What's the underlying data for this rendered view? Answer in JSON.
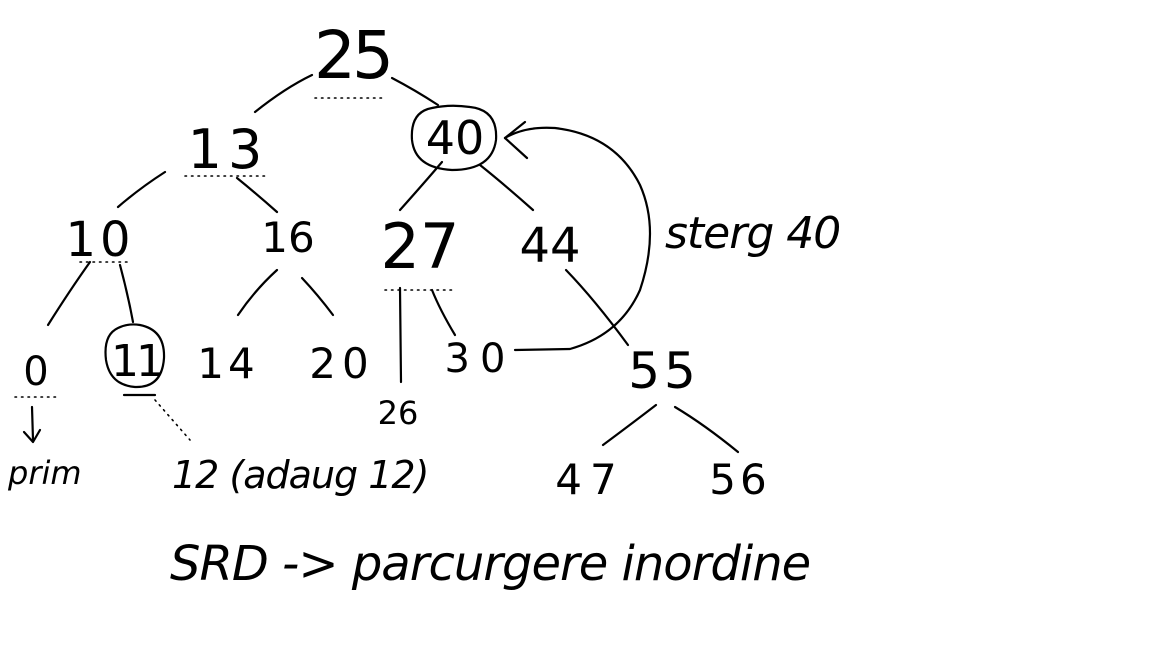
{
  "tree": {
    "nodes": [
      {
        "id": "n25",
        "label": "25"
      },
      {
        "id": "n13",
        "label": "13"
      },
      {
        "id": "n40",
        "label": "40"
      },
      {
        "id": "n10",
        "label": "10"
      },
      {
        "id": "n16",
        "label": "16"
      },
      {
        "id": "n27",
        "label": "27"
      },
      {
        "id": "n44",
        "label": "44"
      },
      {
        "id": "n0",
        "label": "0"
      },
      {
        "id": "n11",
        "label": "11"
      },
      {
        "id": "n14",
        "label": "14"
      },
      {
        "id": "n20",
        "label": "20"
      },
      {
        "id": "n26",
        "label": "26"
      },
      {
        "id": "n30",
        "label": "30"
      },
      {
        "id": "n55",
        "label": "55"
      },
      {
        "id": "n47",
        "label": "47"
      },
      {
        "id": "n56",
        "label": "56"
      }
    ],
    "edges": [
      [
        "n25",
        "n13"
      ],
      [
        "n25",
        "n40"
      ],
      [
        "n13",
        "n10"
      ],
      [
        "n13",
        "n16"
      ],
      [
        "n40",
        "n27"
      ],
      [
        "n40",
        "n44"
      ],
      [
        "n10",
        "n0"
      ],
      [
        "n10",
        "n11"
      ],
      [
        "n16",
        "n14"
      ],
      [
        "n16",
        "n20"
      ],
      [
        "n27",
        "n26"
      ],
      [
        "n27",
        "n30"
      ],
      [
        "n44",
        "n55"
      ],
      [
        "n55",
        "n47"
      ],
      [
        "n55",
        "n56"
      ]
    ],
    "circled": [
      "n40",
      "n11"
    ]
  },
  "annotations": {
    "delete_note": "sterg 40",
    "first_note": "prim",
    "insert_note": "12 (adaug 12)",
    "traversal_note": "SRD -> parcurgere inordine"
  }
}
